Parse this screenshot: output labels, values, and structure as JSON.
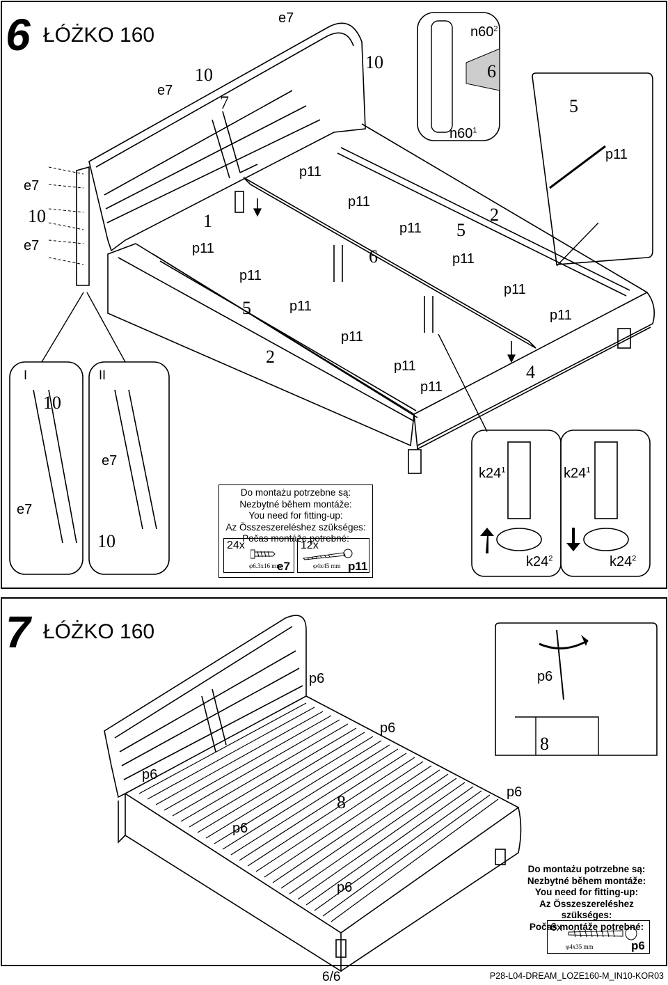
{
  "step6": {
    "number": "6",
    "title": "ŁÓŻKO 160",
    "labels": {
      "e7": "e7",
      "p11": "p11",
      "n60": "n60",
      "k24": "k24",
      "sup1": "1",
      "sup2": "2",
      "roman1": "I",
      "roman2": "II",
      "n1": "1",
      "n2": "2",
      "n4": "4",
      "n5": "5",
      "n6": "6",
      "n7": "7",
      "n10": "10"
    },
    "parts_box": {
      "lines": [
        "Do montażu potrzebne są:",
        "Nezbytné během montáže:",
        "You need for fitting-up:",
        "Az Összeszereléshez szükséges:",
        "Počas montáže potrebné:"
      ],
      "items": [
        {
          "qty": "24x",
          "dim": "φ6.3x16 mm",
          "code": "e7"
        },
        {
          "qty": "12x",
          "dim": "φ4x45 mm",
          "code": "p11"
        }
      ]
    }
  },
  "step7": {
    "number": "7",
    "title": "ŁÓŻKO 160",
    "labels": {
      "p6": "p6",
      "n8": "8"
    },
    "parts_box": {
      "lines": [
        "Do montażu potrzebne są:",
        "Nezbytné během montáže:",
        "You need for fitting-up:",
        "Az Összeszereléshez szükséges:",
        "Počas montáže potrebné:"
      ],
      "items": [
        {
          "qty": "6x",
          "dim": "φ4x35 mm",
          "code": "p6"
        }
      ]
    }
  },
  "footer": {
    "page": "6/6",
    "doc_code": "P28-L04-DREAM_LOZE160-M_IN10-KOR03"
  }
}
